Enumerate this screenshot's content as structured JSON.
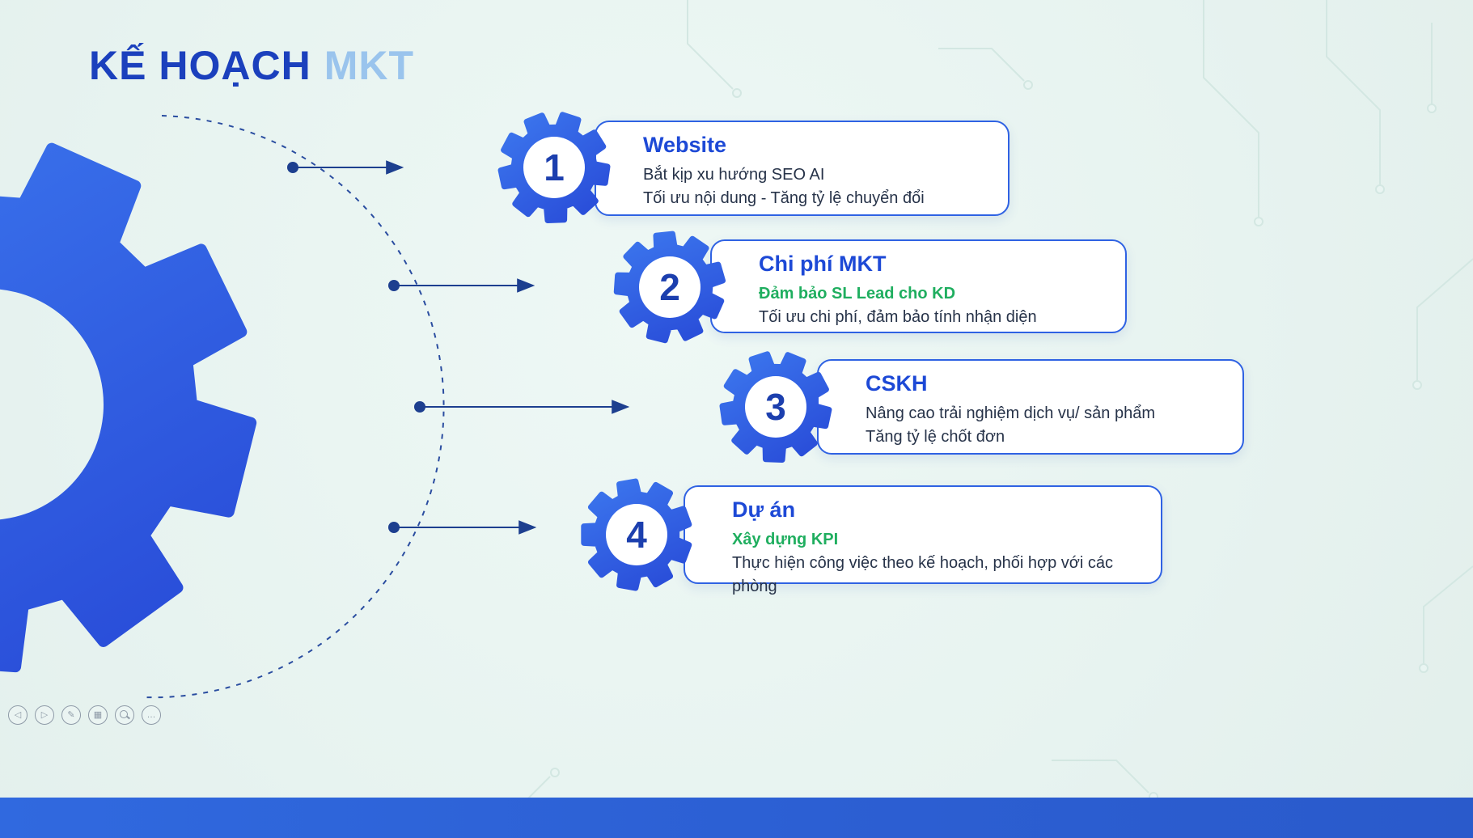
{
  "title": {
    "part1": "KẾ HOẠCH",
    "part2": "MKT"
  },
  "items": [
    {
      "number": "1",
      "title": "Website",
      "lines": [
        "Bắt kịp xu hướng SEO AI",
        "Tối ưu nội dung - Tăng tỷ lệ chuyển đổi"
      ]
    },
    {
      "number": "2",
      "title": "Chi phí MKT",
      "lines": [
        "Đảm bảo SL Lead cho KD",
        "Tối ưu chi phí, đảm bảo tính nhận diện"
      ]
    },
    {
      "number": "3",
      "title": "CSKH",
      "lines": [
        "Nâng cao trải nghiệm dịch vụ/ sản phẩm",
        "Tăng tỷ lệ chốt đơn"
      ]
    },
    {
      "number": "4",
      "title": "Dự án",
      "lines": [
        "Xây dựng KPI",
        "Thực hiện công việc theo kế hoạch, phối hợp với các phòng"
      ]
    }
  ],
  "controls": [
    {
      "name": "previous",
      "glyph": "◁"
    },
    {
      "name": "play",
      "glyph": "▷"
    },
    {
      "name": "pen",
      "glyph": "✎"
    },
    {
      "name": "slides",
      "glyph": "▦"
    },
    {
      "name": "zoom",
      "glyph": ""
    },
    {
      "name": "more",
      "glyph": "…"
    }
  ],
  "colors": {
    "gear_blue": "#2f5fe8",
    "title_dark": "#1b40bd",
    "title_light": "#9ac4ed",
    "green": "#1fae5f",
    "navy": "#1d3f8f",
    "card_border": "#2f62e3",
    "background": "#e9f5f2",
    "bottom_bar": "#2c5fd3"
  }
}
